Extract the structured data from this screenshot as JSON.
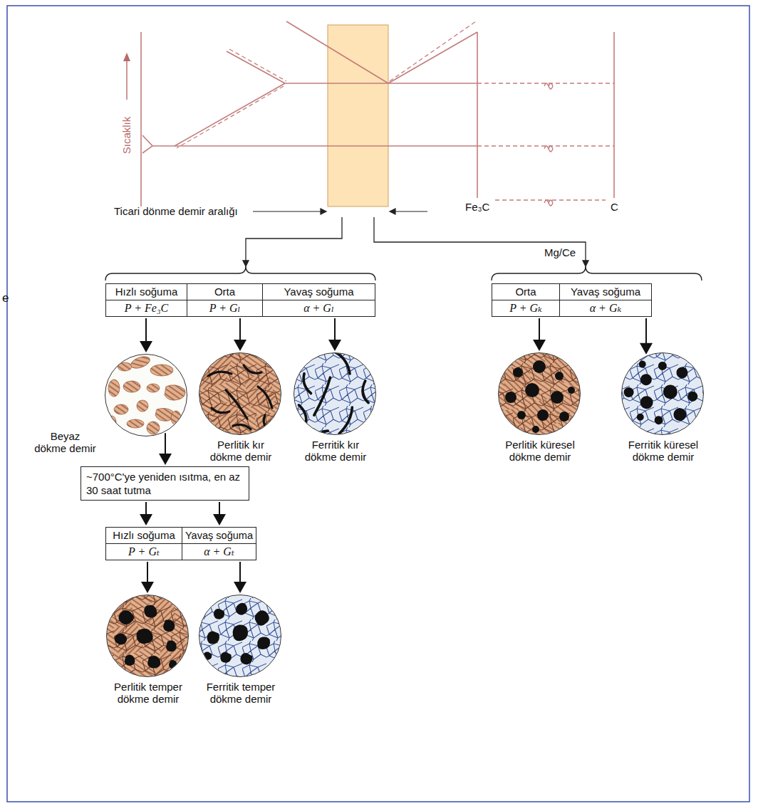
{
  "diagram": {
    "nodes": [
      {
        "text": [
          "Hızlı soğuma",
          "P + Fe₃C"
        ]
      },
      {
        "text": [
          "Orta",
          "P + Gₗ"
        ]
      },
      {
        "text": [
          "Yavaş soğuma",
          "α + Gₗ"
        ]
      },
      {
        "text": [
          "Orta",
          "P + Gₖ"
        ]
      },
      {
        "text": [
          "Yavaş soğuma",
          "α + Gₖ"
        ]
      },
      {
        "text": [
          "Beyaz dökme demir"
        ]
      },
      {
        "text": [
          "Perlitik kır dökme demir"
        ]
      },
      {
        "text": [
          "Ferritik kır dökme demir"
        ]
      },
      {
        "text": [
          "Perlitik küresel dökme demir"
        ]
      },
      {
        "text": [
          "Ferritik küresel dökme demir"
        ]
      },
      {
        "text": [
          "~700°C'ye yeniden ısıtma, en az 30 saat tutma"
        ]
      },
      {
        "text": [
          "Hızlı soğuma",
          "P + Gₜ"
        ]
      },
      {
        "text": [
          "Yavaş soğuma",
          "α + Gₜ"
        ]
      },
      {
        "text": [
          "Perlitik temper dökme demir"
        ]
      },
      {
        "text": [
          "Ferritik temper dökme demir"
        ]
      }
    ],
    "edges": [
      {
        "from": 0,
        "to": 5,
        "arrow": "to"
      },
      {
        "from": 1,
        "to": 6,
        "arrow": "to"
      },
      {
        "from": 2,
        "to": 7,
        "arrow": "to"
      },
      {
        "from": 3,
        "to": 8,
        "arrow": "to"
      },
      {
        "from": 4,
        "to": 9,
        "arrow": "to"
      },
      {
        "from": 5,
        "to": 10,
        "arrow": "to"
      },
      {
        "from": 10,
        "to": 11,
        "arrow": "to"
      },
      {
        "from": 10,
        "to": 12,
        "arrow": "to"
      },
      {
        "from": 11,
        "to": 13,
        "arrow": "to"
      },
      {
        "from": 12,
        "to": 14,
        "arrow": "to"
      }
    ],
    "labels": [
      "Sıcaklık",
      "Ticari dönme demir aralığı",
      "Fe₃C",
      "C",
      "Mg/Ce",
      "e"
    ]
  }
}
